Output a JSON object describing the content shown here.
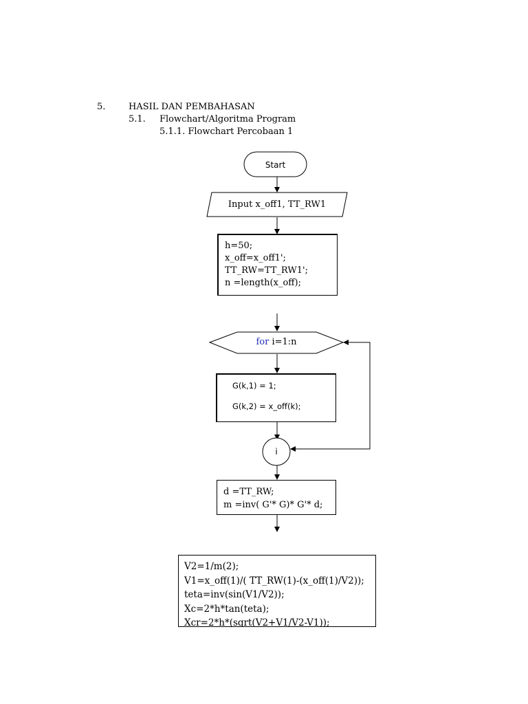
{
  "heading": {
    "section_num": "5.",
    "section_title": "HASIL DAN PEMBAHASAN",
    "sub_num": "5.1.",
    "sub_title": "Flowchart/Algoritma Program",
    "subsub": "5.1.1.  Flowchart Percobaan 1"
  },
  "flowchart": {
    "start": "Start",
    "input": "Input  x_off1, TT_RW1",
    "init": [
      "h=50;",
      "x_off=x_off1';",
      "TT_RW=TT_RW1';",
      "n =length(x_off);"
    ],
    "loop_keyword": "for",
    "loop_rest": " i=1:n",
    "loop_body": [
      "G(k,1) = 1;",
      "G(k,2) = x_off(k);"
    ],
    "connector": "i",
    "calc": [
      "d  =TT_RW;",
      "m =inv( G'* G)* G'* d;"
    ],
    "final": [
      "V2=1/m(2);",
      "V1=x_off(1)/( TT_RW(1)-(x_off(1)/V2));",
      "teta=inv(sin(V1/V2));",
      "Xc=2*h*tan(teta);",
      "Xcr=2*h*(sqrt(V2+V1/V2-V1));"
    ]
  },
  "colors": {
    "line": "#000000",
    "keyword": "#1f2bb8"
  }
}
